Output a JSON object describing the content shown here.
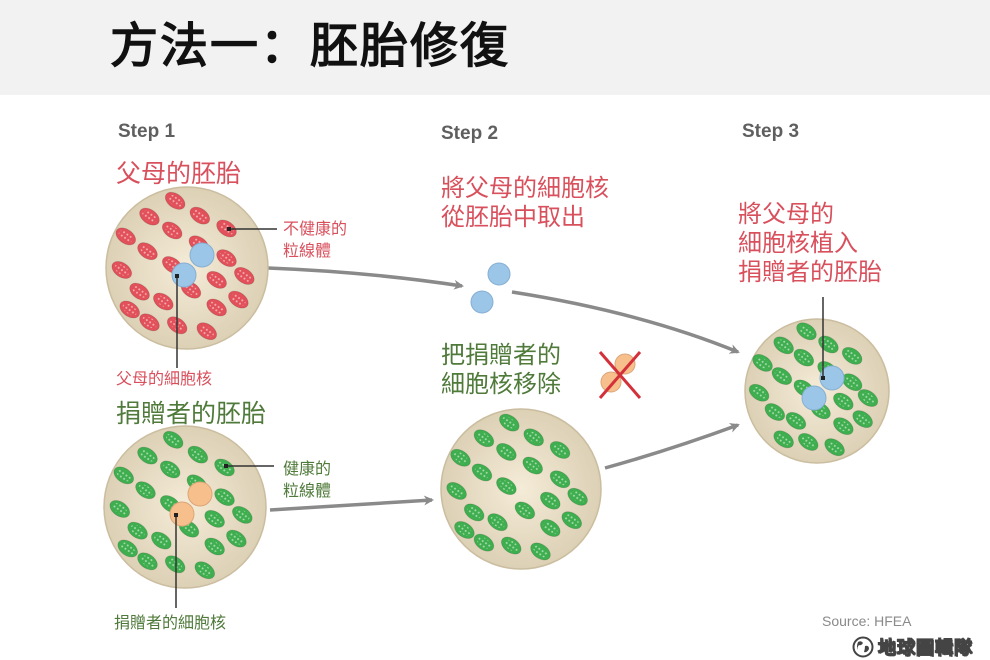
{
  "header": {
    "title": "方法一：胚胎修復"
  },
  "steps": [
    {
      "label": "Step 1"
    },
    {
      "label": "Step 2"
    },
    {
      "label": "Step 3"
    }
  ],
  "step1": {
    "parent_embryo_title": "父母的胚胎",
    "unhealthy_mito_label": "不健康的\n粒線體",
    "parent_nucleus_label": "父母的細胞核",
    "donor_embryo_title": "捐贈者的胚胎",
    "healthy_mito_label": "健康的\n粒線體",
    "donor_nucleus_label": "捐贈者的細胞核"
  },
  "step2": {
    "remove_parent_nucleus_text": "將父母的細胞核\n從胚胎中取出",
    "remove_donor_nucleus_text": "把捐贈者的\n細胞核移除"
  },
  "step3": {
    "implant_text": "將父母的\n細胞核植入\n捐贈者的胚胎"
  },
  "footer": {
    "source": "Source: HFEA",
    "brand": "地球圖輯隊",
    "brand_icon": "globe-icon"
  },
  "colors": {
    "red_text": "#d9505d",
    "green_text": "#4f7a3a",
    "embryo_fill": "#e6dcc6",
    "unhealthy_mito": "#e2505a",
    "healthy_mito": "#3fae4f",
    "parent_nucleus": "#9cc6e8",
    "donor_nucleus": "#f7bf8c",
    "arrow": "#8a8a8a",
    "cross": "#d3303a"
  }
}
